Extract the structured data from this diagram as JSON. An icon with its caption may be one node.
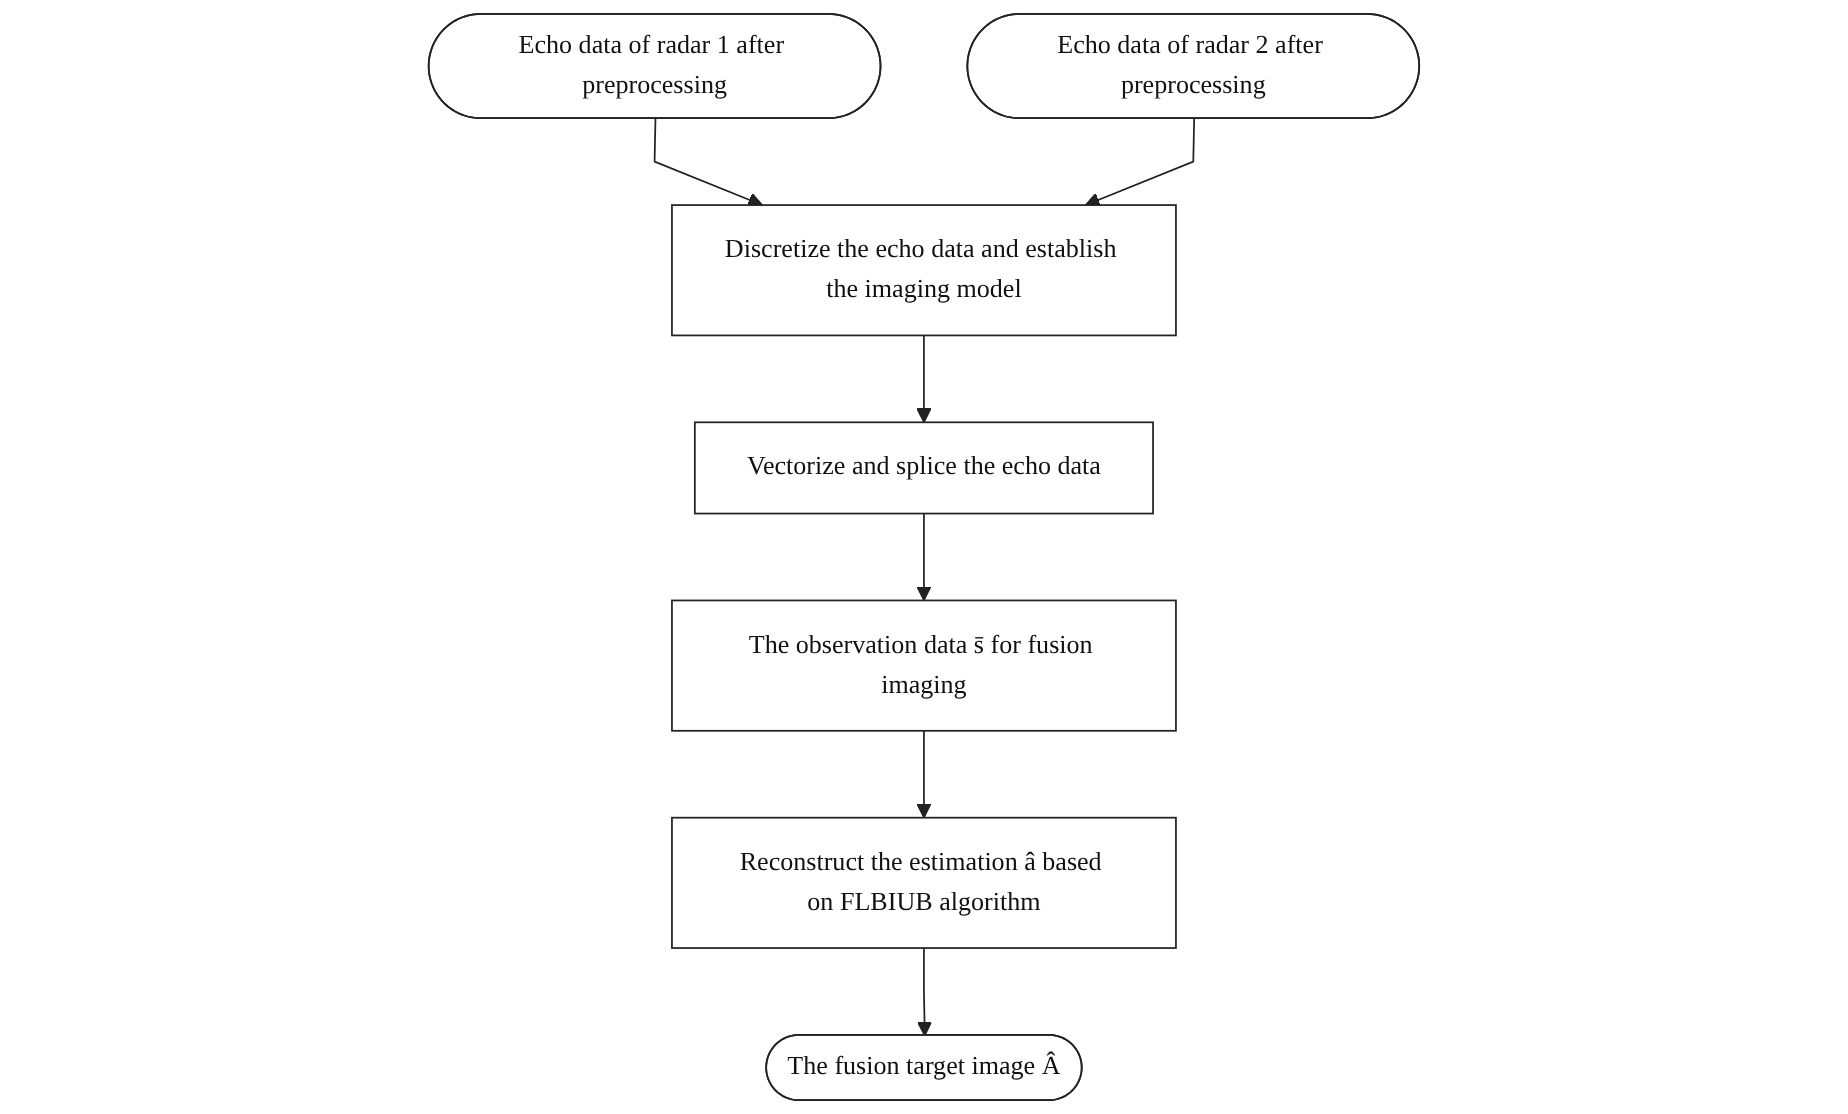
{
  "diagram": {
    "nodes": [
      {
        "text": [
          "Echo data of radar 1 after preprocessing"
        ]
      },
      {
        "text": [
          "Echo data of radar 2 after preprocessing"
        ]
      },
      {
        "text": [
          "Discretize the echo data and establish the imaging model"
        ]
      },
      {
        "text": [
          "Vectorize and splice the echo data"
        ]
      },
      {
        "text": [
          "The observation data s̄ for fusion imaging"
        ]
      },
      {
        "text": [
          "Reconstruct the estimation â based on FLBIUB algorithm"
        ]
      },
      {
        "text": [
          "The fusion target image Â"
        ]
      }
    ],
    "edges": [
      {
        "from": 0,
        "to": 2,
        "arrow": "to"
      },
      {
        "from": 1,
        "to": 2,
        "arrow": "to"
      },
      {
        "from": 2,
        "to": 3,
        "arrow": "to"
      },
      {
        "from": 3,
        "to": 4,
        "arrow": "to"
      },
      {
        "from": 4,
        "to": 5,
        "arrow": "to"
      },
      {
        "from": 5,
        "to": 6,
        "arrow": "to"
      }
    ]
  }
}
